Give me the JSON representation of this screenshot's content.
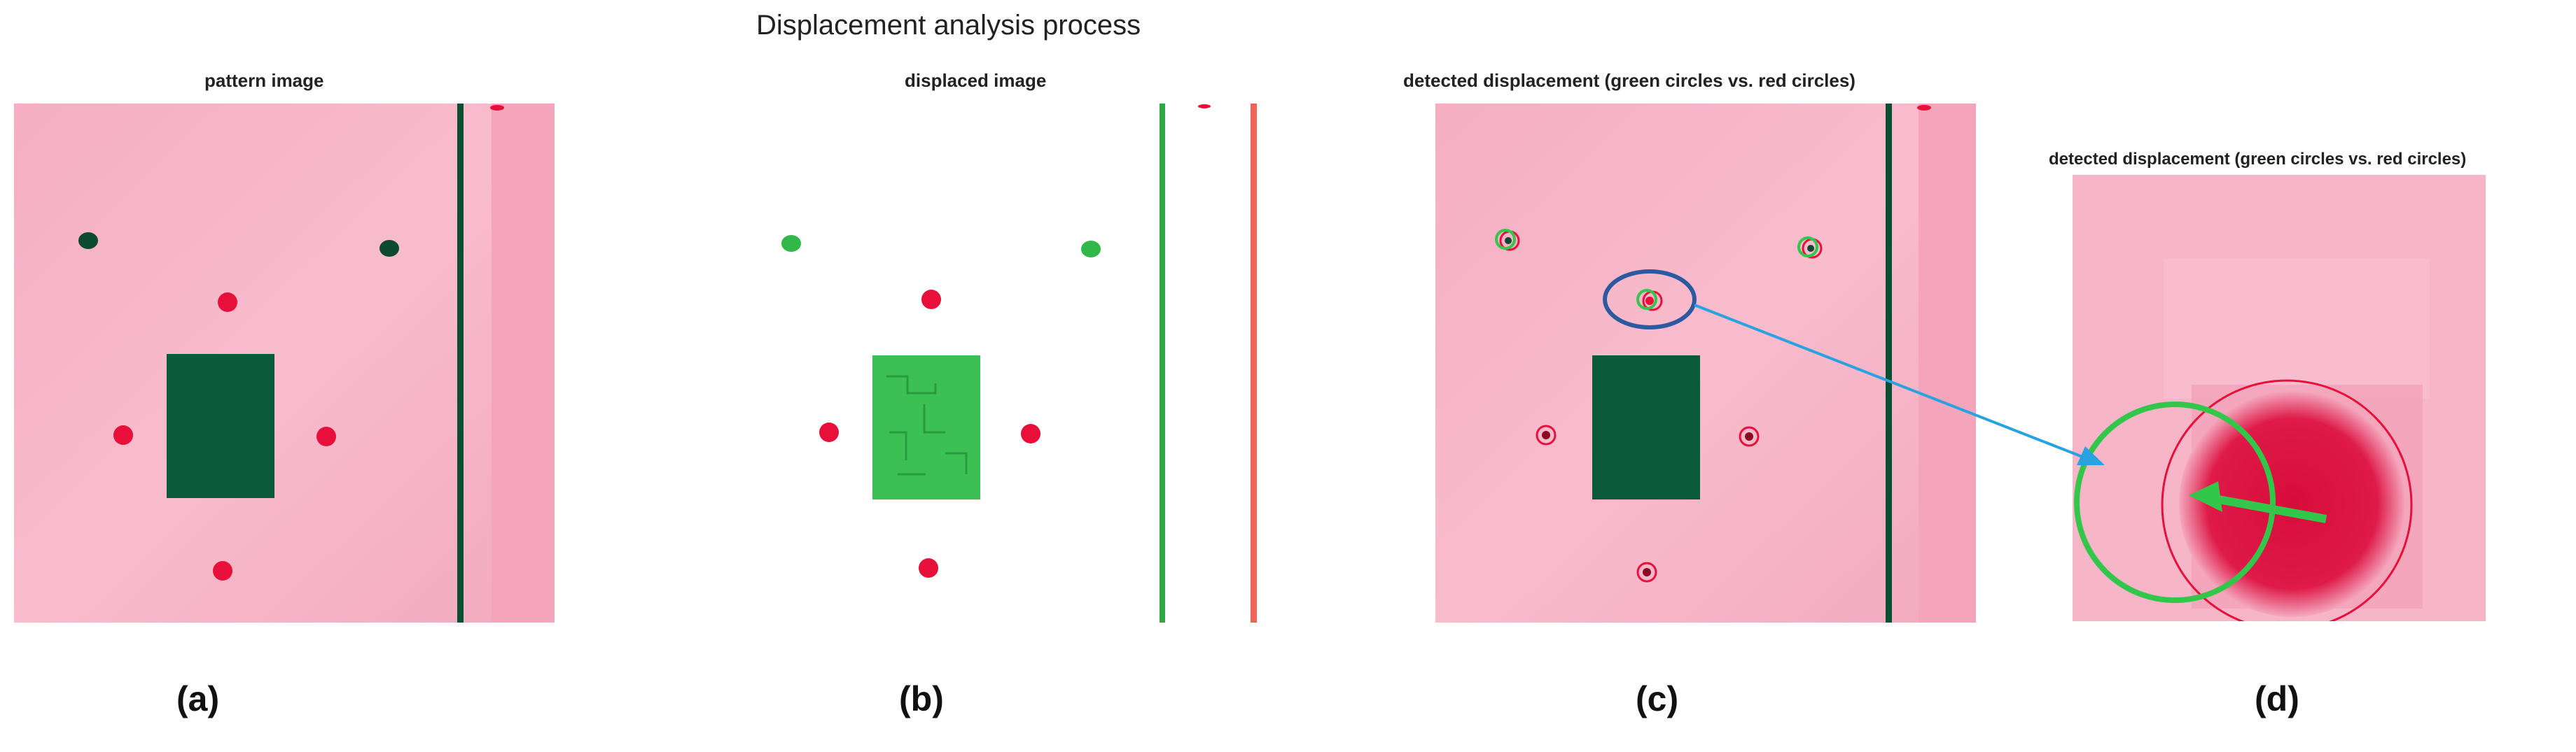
{
  "figure": {
    "title": "Displacement analysis process",
    "panels": [
      {
        "title": "pattern image",
        "label": "(a)"
      },
      {
        "title": "displaced image",
        "label": "(b)"
      },
      {
        "title": "detected displacement (green circles vs. red circles)",
        "label": "(c)"
      },
      {
        "title": "detected displacement (green circles vs. red circles)",
        "label": "(d)"
      }
    ]
  },
  "colors": {
    "pink_background": "#f6b3c7",
    "dark_green": "#0b5a3a",
    "bright_green": "#32c64a",
    "red_marker": "#e8103a",
    "highlight_blue": "#2c5aa0",
    "arrow_blue": "#29a3e0"
  }
}
